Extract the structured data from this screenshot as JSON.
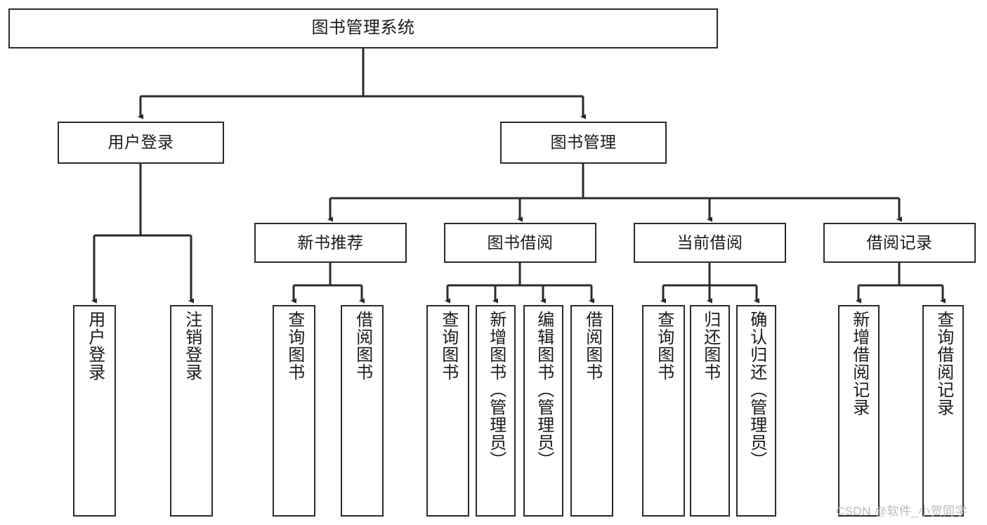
{
  "diagram": {
    "title": "图书管理系统",
    "watermark": "CSDN @软件_小贺同学",
    "colors": {
      "stroke": "#2b2b2b",
      "fill": "#ffffff",
      "text": "#1a1a1a",
      "watermark": "#b9b9b9"
    },
    "nodes": {
      "root": "图书管理系统",
      "level1": [
        "用户登录",
        "图书管理"
      ],
      "level2": [
        "新书推荐",
        "图书借阅",
        "当前借阅",
        "借阅记录"
      ],
      "leaves": {
        "user_login": [
          "用户登录",
          "注销登录"
        ],
        "new_book": [
          "查询图书",
          "借阅图书"
        ],
        "borrow": [
          "查询图书",
          "新增图书（管理员）",
          "编辑图书（管理员）",
          "借阅图书"
        ],
        "current": [
          "查询图书",
          "归还图书",
          "确认归还（管理员）"
        ],
        "records": [
          "新增借阅记录",
          "查询借阅记录"
        ]
      }
    }
  }
}
